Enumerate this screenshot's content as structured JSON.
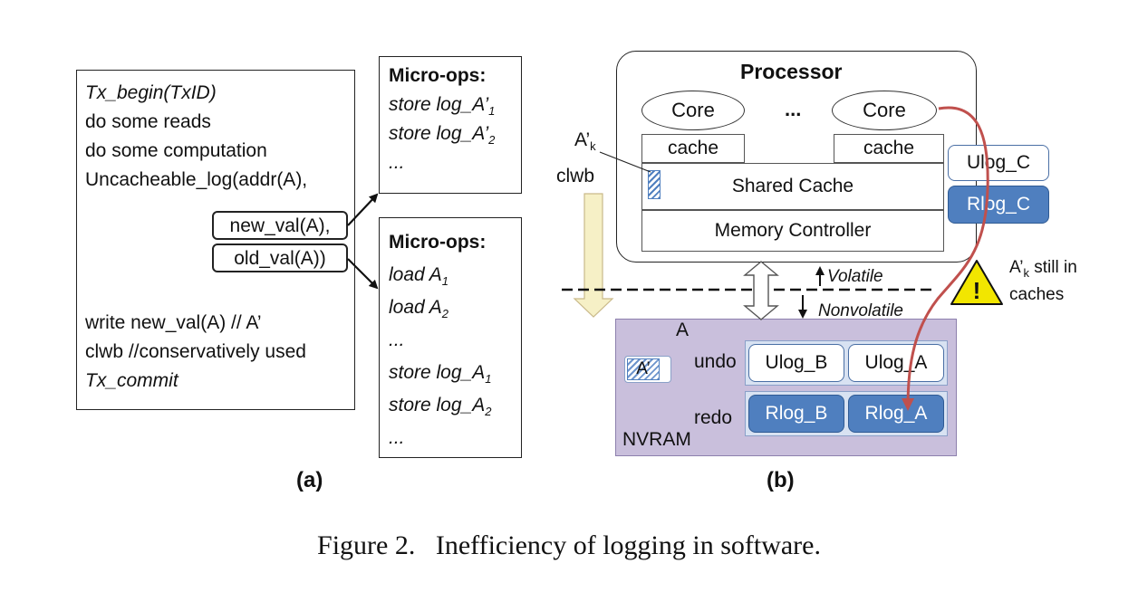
{
  "panel_a": {
    "code_lines": [
      "Tx_begin(TxID)",
      "do some reads",
      "do some computation",
      "Uncacheable_log(addr(A),",
      "new_val(A),",
      "old_val(A))",
      "write new_val(A) // A’",
      "clwb  //conservatively used",
      "Tx_commit"
    ],
    "microops_top": {
      "title": "Micro-ops:",
      "line1": "store log_A’",
      "line1_sub": "1",
      "line2": "store log_A’",
      "line2_sub": "2",
      "line3": "..."
    },
    "microops_bottom": {
      "title": "Micro-ops:",
      "l1": "load A",
      "l1_sub": "1",
      "l2": "load A",
      "l2_sub": "2",
      "l3": "...",
      "l4": "store log_A",
      "l4_sub": "1",
      "l5": "store log_A",
      "l5_sub": "2",
      "l6": "..."
    },
    "label": "(a)"
  },
  "panel_b": {
    "processor_title": "Processor",
    "core_left": "Core",
    "core_right": "Core",
    "core_dots": "...",
    "cache_left": "cache",
    "cache_right": "cache",
    "shared_cache": "Shared Cache",
    "memory_controller": "Memory Controller",
    "a_k_label": "A’",
    "a_k_sub": "k",
    "clwb_label": "clwb",
    "volatile_label": "Volatile",
    "nonvolatile_label": "Nonvolatile",
    "ulog_c": "Ulog_C",
    "rlog_c": "Rlog_C",
    "warning_text_1": "A’",
    "warning_text_sub": "k",
    "warning_text_2": " still in",
    "warning_text_3": "caches",
    "warning_symbol": "!",
    "nvram_label": "NVRAM",
    "nvram_a_label": "A",
    "nvram_a_prime": "A’",
    "undo_label": "undo",
    "redo_label": "redo",
    "ulog_b": "Ulog_B",
    "ulog_a": "Ulog_A",
    "rlog_b": "Rlog_B",
    "rlog_a": "Rlog_A",
    "label": "(b)"
  },
  "caption": "Figure 2.   Inefficiency of logging in software.",
  "colors": {
    "nvram_bg": "#c9bfdc",
    "log_blue": "#4f7fbf",
    "arrow_red": "#c0504d",
    "clwb_arrow": "#f6f0c6",
    "warning_yellow": "#f2e600"
  }
}
